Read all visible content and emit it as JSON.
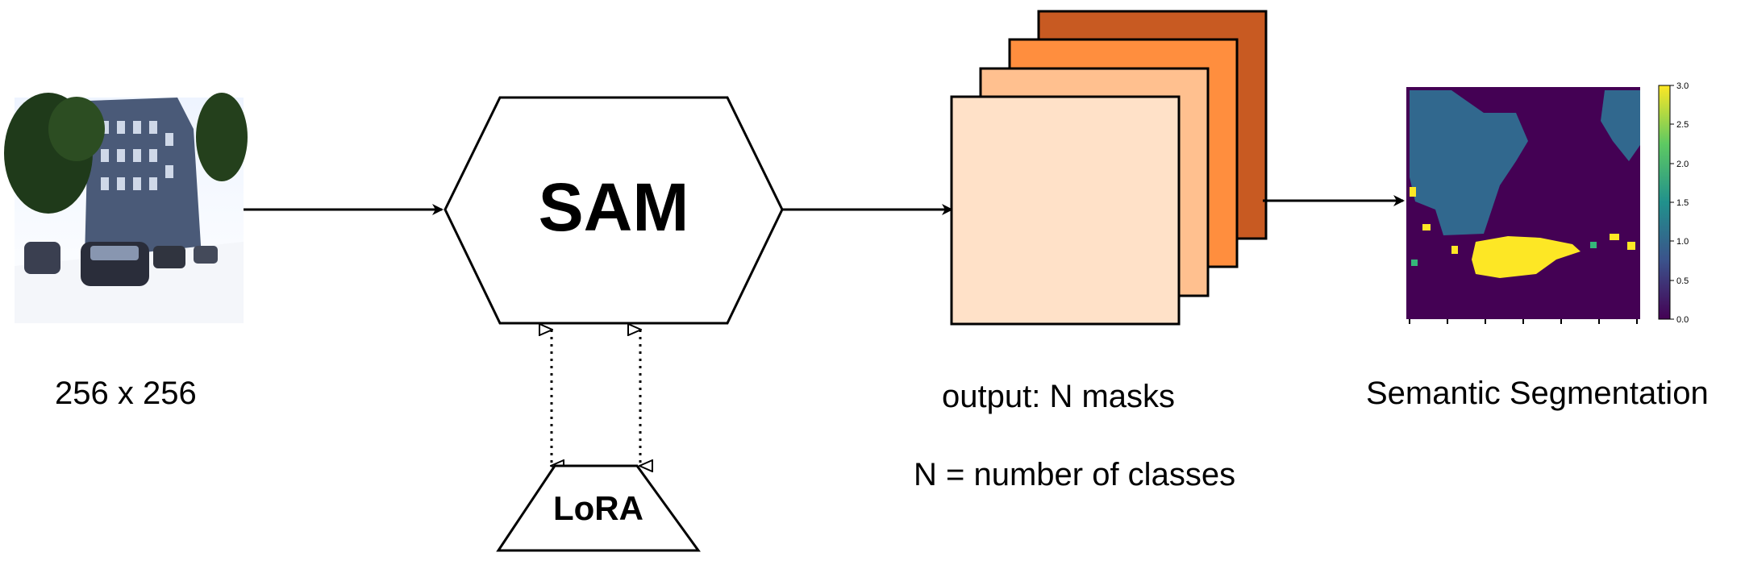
{
  "input": {
    "size_label": "256 x 256"
  },
  "model": {
    "name": "SAM"
  },
  "adapter": {
    "name": "LoRA"
  },
  "output": {
    "caption": "output: N masks",
    "note": "N = number of classes",
    "mask_colors": [
      "#c85a22",
      "#ff8e3e",
      "#ffc08f",
      "#ffe1c8"
    ]
  },
  "result": {
    "caption": "Semantic Segmentation",
    "colorbar_ticks": [
      "3.0",
      "2.5",
      "2.0",
      "1.5",
      "1.0",
      "0.5",
      "0.0"
    ]
  },
  "segmentation_palette": {
    "class0": "#440154",
    "class1": "#31688e",
    "class2": "#35b779",
    "class3": "#fde725"
  }
}
